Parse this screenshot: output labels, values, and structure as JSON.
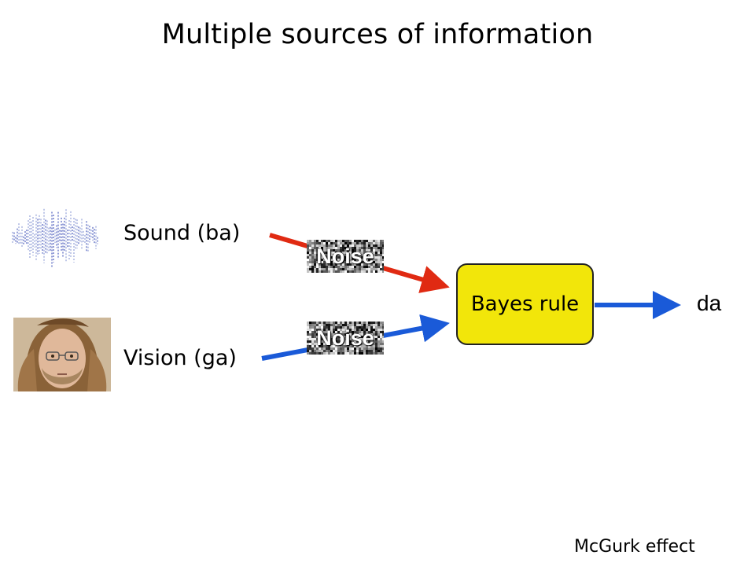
{
  "slide": {
    "title": "Multiple sources of information",
    "footer": "McGurk effect"
  },
  "inputs": {
    "sound_label": "Sound (ba)",
    "vision_label": "Vision (ga)"
  },
  "noise": {
    "label_1": "Noise",
    "label_2": "Noise"
  },
  "processor": {
    "label": "Bayes rule",
    "fill_color": "#f2e60a"
  },
  "output": {
    "label": "da"
  },
  "colors": {
    "sound_arrow": "#e02a12",
    "vision_arrow": "#1a5ad8",
    "output_arrow": "#1a5ad8"
  },
  "icons": {
    "sound": "waveform-icon",
    "vision": "face-photo"
  }
}
